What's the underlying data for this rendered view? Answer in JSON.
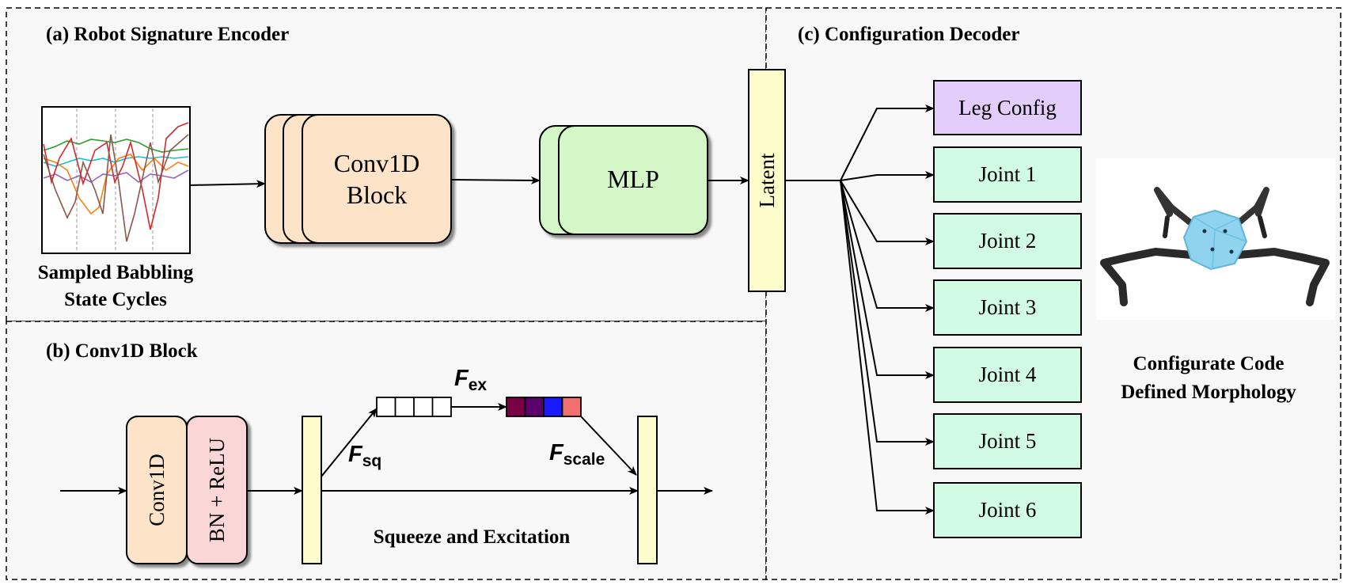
{
  "sections": {
    "a_title": "(a) Robot Signature Encoder",
    "b_title": "(b) Conv1D Block",
    "c_title": "(c) Configuration Decoder"
  },
  "encoder": {
    "input_caption_line1": "Sampled Babbling",
    "input_caption_line2": "State Cycles",
    "conv_block_line1": "Conv1D",
    "conv_block_line2": "Block",
    "mlp_label": "MLP",
    "latent_label": "Latent"
  },
  "conv_block": {
    "conv_label": "Conv1D",
    "bn_relu_label": "BN + ReLU",
    "f_sq": "F",
    "f_sq_sub": "sq",
    "f_ex": "F",
    "f_ex_sub": "ex",
    "f_scale": "F",
    "f_scale_sub": "scale",
    "se_caption": "Squeeze and Excitation",
    "excitation_colors": [
      "#7a0045",
      "#5c006b",
      "#1a1aff",
      "#f27070"
    ]
  },
  "decoder": {
    "outputs": [
      "Leg Config",
      "Joint 1",
      "Joint 2",
      "Joint 3",
      "Joint 4",
      "Joint 5",
      "Joint 6"
    ],
    "robot_caption_line1": "Configurate Code",
    "robot_caption_line2": "Defined Morphology"
  },
  "colors": {
    "conv_fill": "#fde3c8",
    "mlp_fill": "#d4f7c8",
    "latent_fill": "#fdfdcc",
    "leg_config_fill": "#e3cdfa",
    "joint_fill": "#d2fbe6",
    "bn_fill": "#fbd6d6",
    "robot_body": "#8fd3ee"
  }
}
